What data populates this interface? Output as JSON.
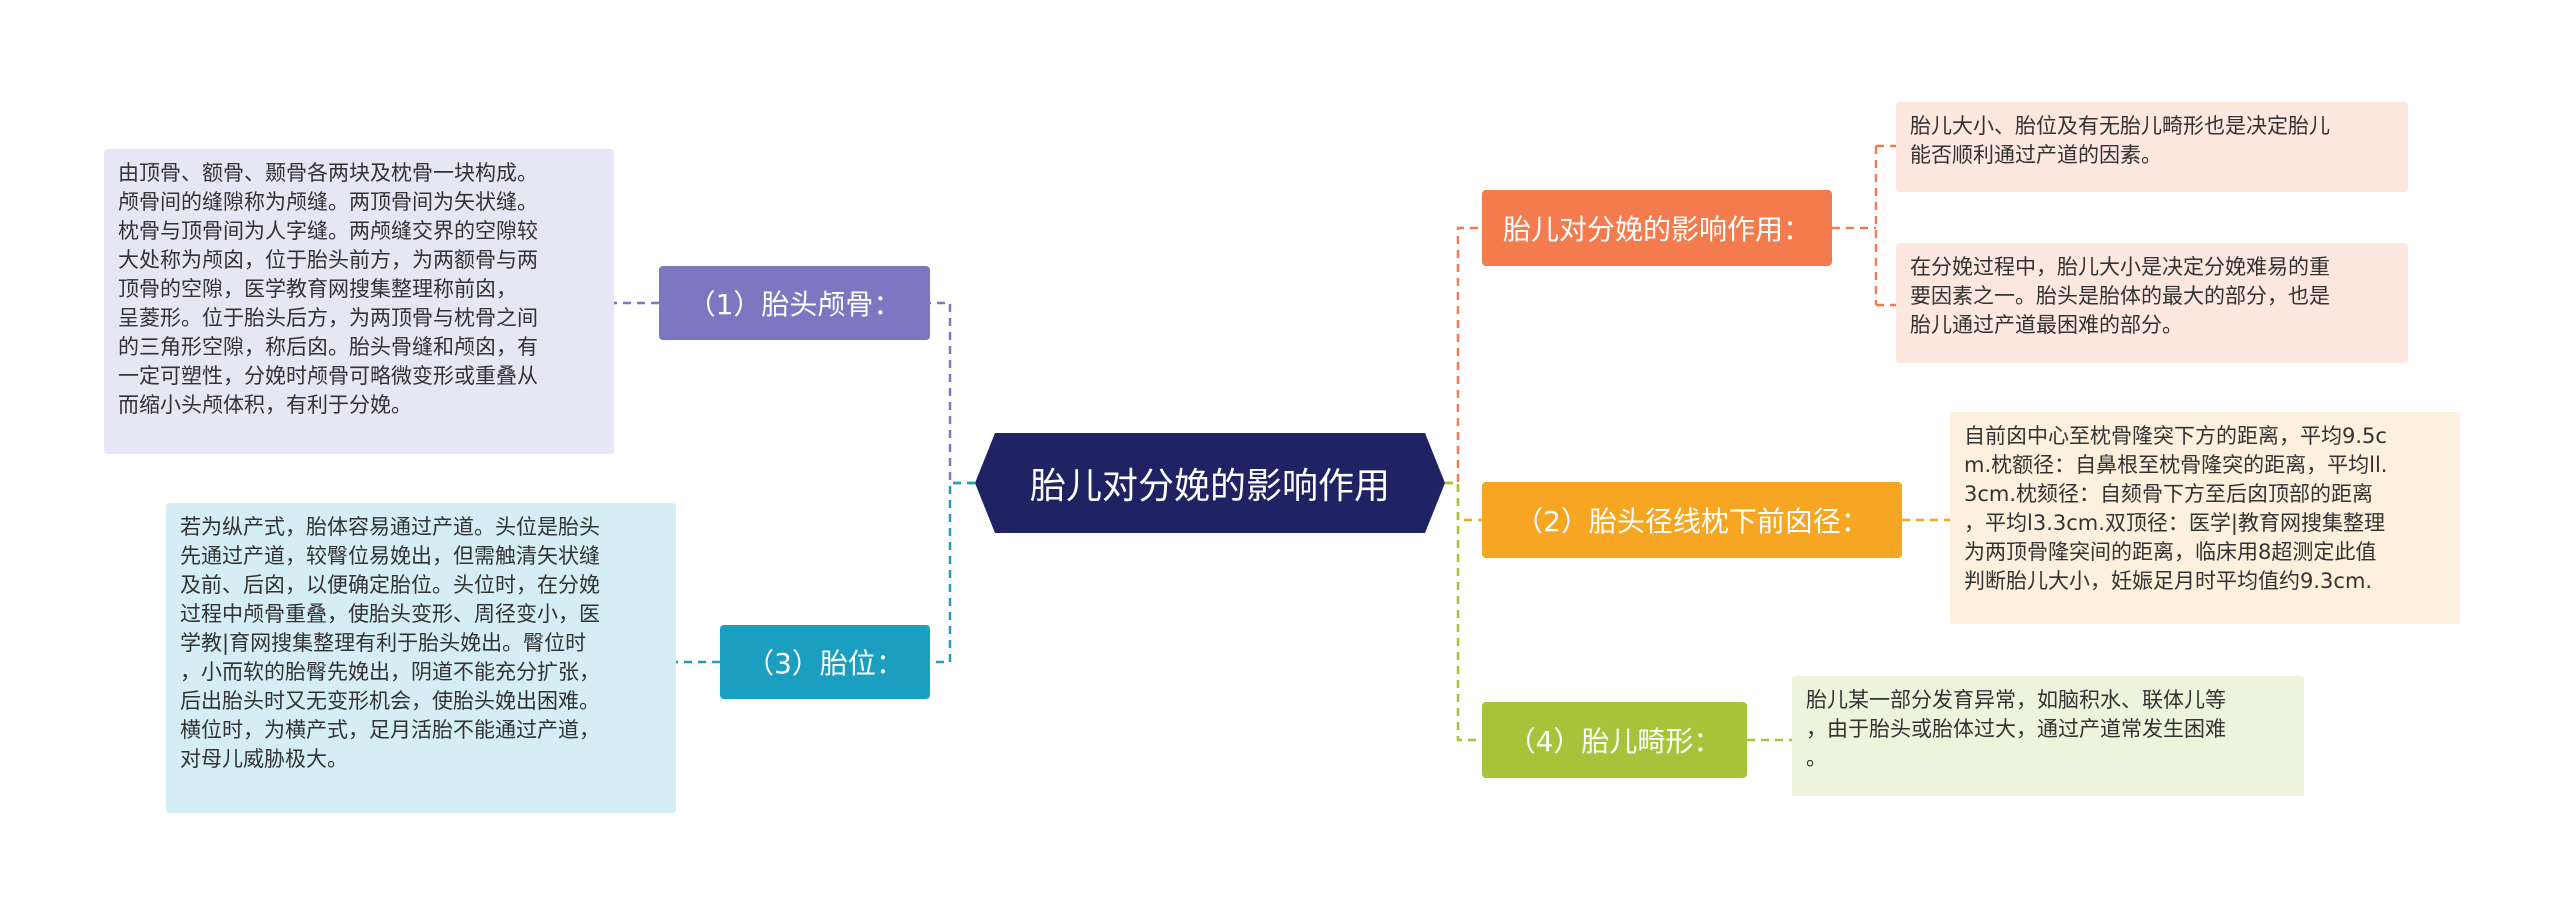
{
  "root": {
    "label": "胎儿对分娩的影响作用"
  },
  "branches": {
    "b1": {
      "label": "胎儿对分娩的影响作用："
    },
    "b2": {
      "label": "（2）胎头径线枕下前囟径："
    },
    "b3": {
      "label": "（4）胎儿畸形："
    },
    "b4": {
      "label": "（1）胎头颅骨："
    },
    "b5": {
      "label": "（3）胎位："
    }
  },
  "leaves": {
    "l1a": {
      "text": "胎儿大小、胎位及有无胎儿畸形也是决定胎儿\n能否顺利通过产道的因素。"
    },
    "l1b": {
      "text": "在分娩过程中，胎儿大小是决定分娩难易的重\n要因素之一。胎头是胎体的最大的部分，也是\n胎儿通过产道最困难的部分。"
    },
    "l2": {
      "text": "自前囟中心至枕骨隆突下方的距离，平均9.5c\nm.枕额径：自鼻根至枕骨隆突的距离，平均ll.\n3cm.枕颏径：自颏骨下方至后囟顶部的距离\n，平均l3.3cm.双顶径：医学|教育网搜集整理\n为两顶骨隆突间的距离，临床用8超测定此值\n判断胎儿大小，妊娠足月时平均值约9.3cm."
    },
    "l3": {
      "text": "胎儿某一部分发育异常，如脑积水、联体儿等\n，由于胎头或胎体过大，通过产道常发生困难\n。"
    },
    "l4": {
      "text": "由顶骨、额骨、颞骨各两块及枕骨一块构成。\n颅骨间的缝隙称为颅缝。两顶骨间为矢状缝。\n枕骨与顶骨间为人字缝。两颅缝交界的空隙较\n大处称为颅囟，位于胎头前方，为两额骨与两\n顶骨的空隙，医学教育网搜集整理称前囟，\n呈菱形。位于胎头后方，为两顶骨与枕骨之间\n的三角形空隙，称后囟。胎头骨缝和颅囟，有\n一定可塑性，分娩时颅骨可略微变形或重叠从\n而缩小头颅体积，有利于分娩。"
    },
    "l5": {
      "text": "若为纵产式，胎体容易通过产道。头位是胎头\n先通过产道，较臀位易娩出，但需触清矢状缝\n及前、后囟，以便确定胎位。头位时，在分娩\n过程中颅骨重叠，使胎头变形、周径变小，医\n学教|育网搜集整理有利于胎头娩出。臀位时\n，小而软的胎臀先娩出，阴道不能充分扩张，\n后出胎头时又无变形机会，使胎头娩出困难。\n横位时，为横产式，足月活胎不能通过产道，\n对母儿威胁极大。"
    }
  },
  "colors": {
    "root": "#1f2364",
    "b1": "#f47b4e",
    "b2": "#f6a623",
    "b3": "#a5c43a",
    "b4": "#7b77c0",
    "b5": "#1a9fc0",
    "l1_bg": "#fde7df",
    "l2_bg": "#fdf0dc",
    "l3_bg": "#eef4dc",
    "l4_bg": "#e6e6f4",
    "l5_bg": "#d5eef6"
  }
}
